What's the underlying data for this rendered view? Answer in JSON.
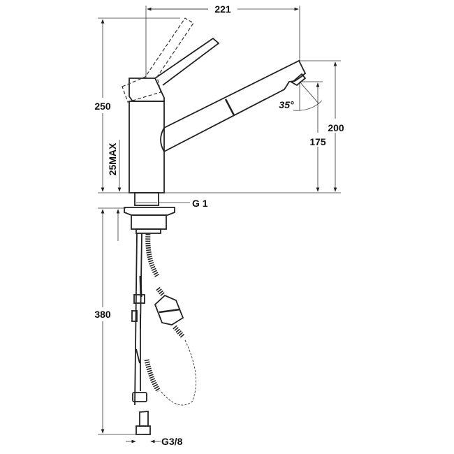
{
  "title": "Kitchen faucet with pull-out spout – dimension drawing",
  "dimensions": {
    "overall_reach": "221",
    "overall_height": "250",
    "deck_thickness": "25MAX",
    "spout_height": "200",
    "outlet_height": "175",
    "spout_angle": "35°",
    "body_thread": "G 1",
    "hose_length": "380",
    "connection_thread": "G3/8"
  },
  "colors": {
    "line": "#222222",
    "background": "#ffffff"
  }
}
